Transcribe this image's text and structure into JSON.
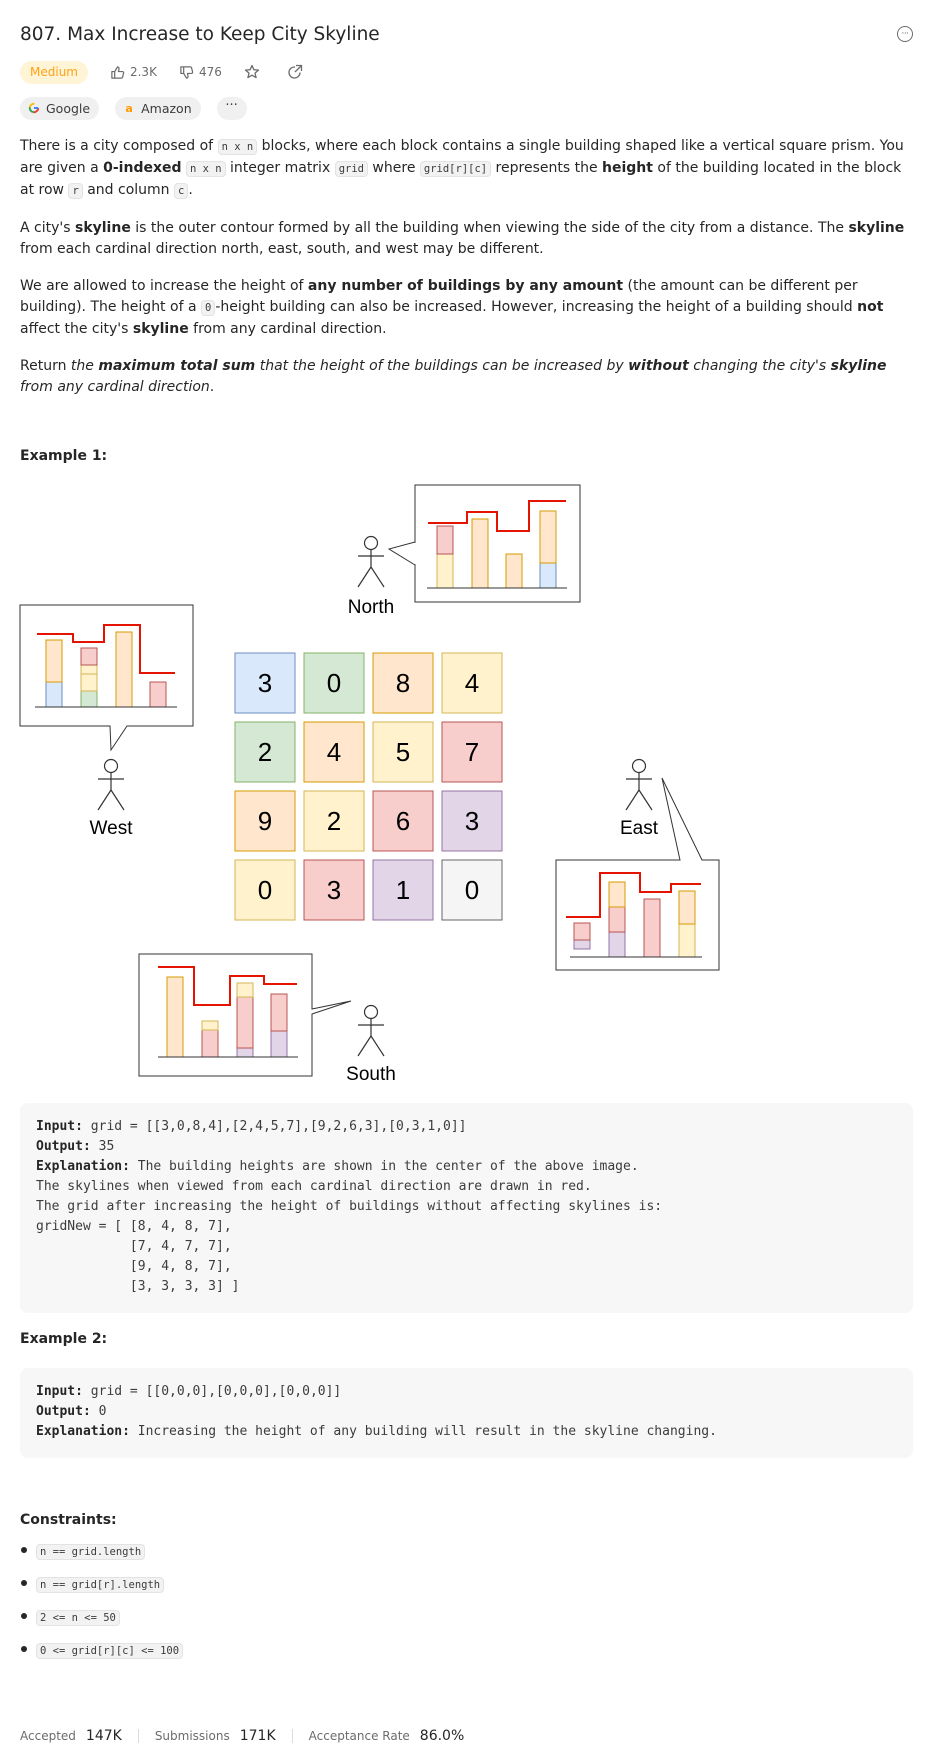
{
  "problem": {
    "title": "807. Max Increase to Keep City Skyline",
    "difficulty": "Medium",
    "likes": "2.3K",
    "dislikes": "476",
    "tags": [
      {
        "name": "Google",
        "icon": "google-logo"
      },
      {
        "name": "Amazon",
        "icon": "amazon-logo"
      }
    ],
    "more_glyph": "···"
  },
  "description": {
    "p1": {
      "t1": "There is a city composed of ",
      "c1": "n x n",
      "t2": " blocks, where each block contains a single building shaped like a vertical square prism. You are given a ",
      "b1": "0-indexed",
      "t3": " ",
      "c2": "n x n",
      "t4": " integer matrix ",
      "c3": "grid",
      "t5": " where ",
      "c4": "grid[r][c]",
      "t6": " represents the ",
      "b2": "height",
      "t7": " of the building located in the block at row ",
      "c5": "r",
      "t8": " and column ",
      "c6": "c",
      "t9": "."
    },
    "p2": {
      "t1": "A city's ",
      "b1": "skyline",
      "t2": " is the outer contour formed by all the building when viewing the side of the city from a distance. The ",
      "b2": "skyline",
      "t3": " from each cardinal direction north, east, south, and west may be different."
    },
    "p3": {
      "t1": "We are allowed to increase the height of ",
      "b1": "any number of buildings by any amount",
      "t2": " (the amount can be different per building). The height of a ",
      "c1": "0",
      "t3": "-height building can also be increased. However, increasing the height of a building should ",
      "b2": "not",
      "t4": " affect the city's ",
      "b3": "skyline",
      "t5": " from any cardinal direction."
    },
    "p4": {
      "t1": "Return ",
      "i1": "the ",
      "b1": "maximum total sum",
      "i2": " that the height of the buildings can be increased by ",
      "b2": "without",
      "i3": " changing the city's ",
      "b3": "skyline",
      "i4": " from any cardinal direction",
      "t2": "."
    }
  },
  "example1": {
    "heading": "Example 1:",
    "directions": {
      "north": "North",
      "west": "West",
      "east": "East",
      "south": "South"
    },
    "grid": [
      [
        3,
        0,
        8,
        4
      ],
      [
        2,
        4,
        5,
        7
      ],
      [
        9,
        2,
        6,
        3
      ],
      [
        0,
        3,
        1,
        0
      ]
    ],
    "colors": {
      "blue": "#dae8fc",
      "blue_border": "#6c8ebf",
      "green": "#d5e8d4",
      "green_border": "#82b366",
      "orange": "#ffe6cc",
      "orange_border": "#d79b00",
      "yellow": "#fff2cc",
      "yellow_border": "#d6b656",
      "red": "#f8cecc",
      "red_border": "#b85450",
      "purple": "#e1d5e7",
      "purple_border": "#9673a6",
      "gray": "#f5f5f5",
      "gray_border": "#666666",
      "skyline": "#e51400"
    },
    "input_label": "Input:",
    "input_value": " grid = [[3,0,8,4],[2,4,5,7],[9,2,6,3],[0,3,1,0]]",
    "output_label": "Output:",
    "output_value": " 35",
    "explanation_label": "Explanation:",
    "explanation_lines": [
      " The building heights are shown in the center of the above image.",
      "The skylines when viewed from each cardinal direction are drawn in red.",
      "The grid after increasing the height of buildings without affecting skylines is:",
      "gridNew = [ [8, 4, 8, 7],",
      "            [7, 4, 7, 7],",
      "            [9, 4, 8, 7],",
      "            [3, 3, 3, 3] ]"
    ]
  },
  "example2": {
    "heading": "Example 2:",
    "input_label": "Input:",
    "input_value": " grid = [[0,0,0],[0,0,0],[0,0,0]]",
    "output_label": "Output:",
    "output_value": " 0",
    "explanation_label": "Explanation:",
    "explanation_value": " Increasing the height of any building will result in the skyline changing."
  },
  "constraints": {
    "heading": "Constraints:",
    "items": [
      "n == grid.length",
      "n == grid[r].length",
      "2 <= n <= 50",
      "0 <= grid[r][c] <= 100"
    ]
  },
  "stats": {
    "accepted_label": "Accepted",
    "accepted_value": "147K",
    "submissions_label": "Submissions",
    "submissions_value": "171K",
    "rate_label": "Acceptance Rate",
    "rate_value": "86.0%"
  }
}
